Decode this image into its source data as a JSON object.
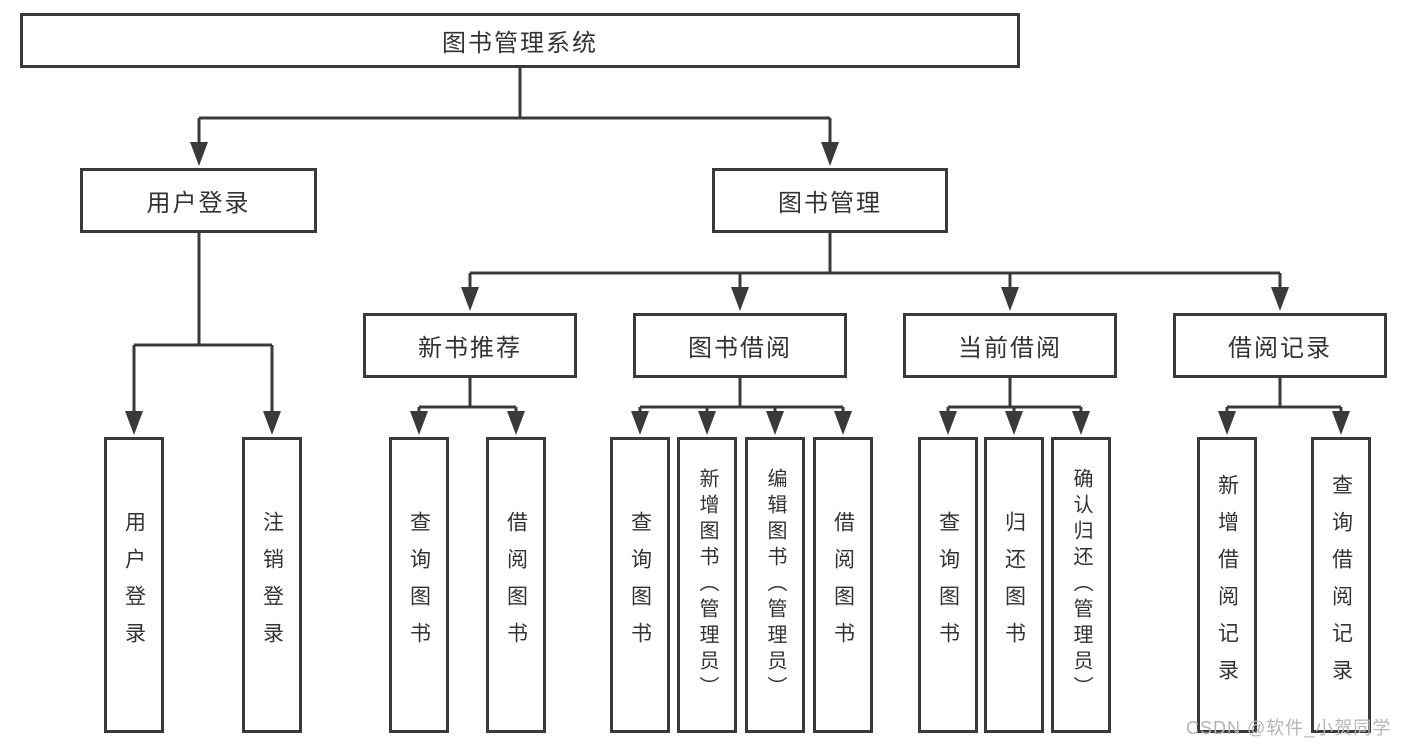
{
  "diagram": {
    "root": "图书管理系统",
    "login_branch": {
      "label": "用户登录",
      "children": [
        "用户登录",
        "注销登录"
      ]
    },
    "management_branch": {
      "label": "图书管理",
      "groups": [
        {
          "label": "新书推荐",
          "children": [
            "查询图书",
            "借阅图书"
          ]
        },
        {
          "label": "图书借阅",
          "children": [
            "查询图书",
            "新增图书（管理员）",
            "编辑图书（管理员）",
            "借阅图书"
          ]
        },
        {
          "label": "当前借阅",
          "children": [
            "查询图书",
            "归还图书",
            "确认归还（管理员）"
          ]
        },
        {
          "label": "借阅记录",
          "children": [
            "新增借阅记录",
            "查询借阅记录"
          ]
        }
      ]
    }
  },
  "watermark": "CSDN @软件_小贺同学",
  "colors": {
    "line": "#3a3a3a",
    "text": "#333333",
    "box_background": "#ffffff",
    "watermark": "#b5b5b9",
    "background": "#ffffff"
  }
}
